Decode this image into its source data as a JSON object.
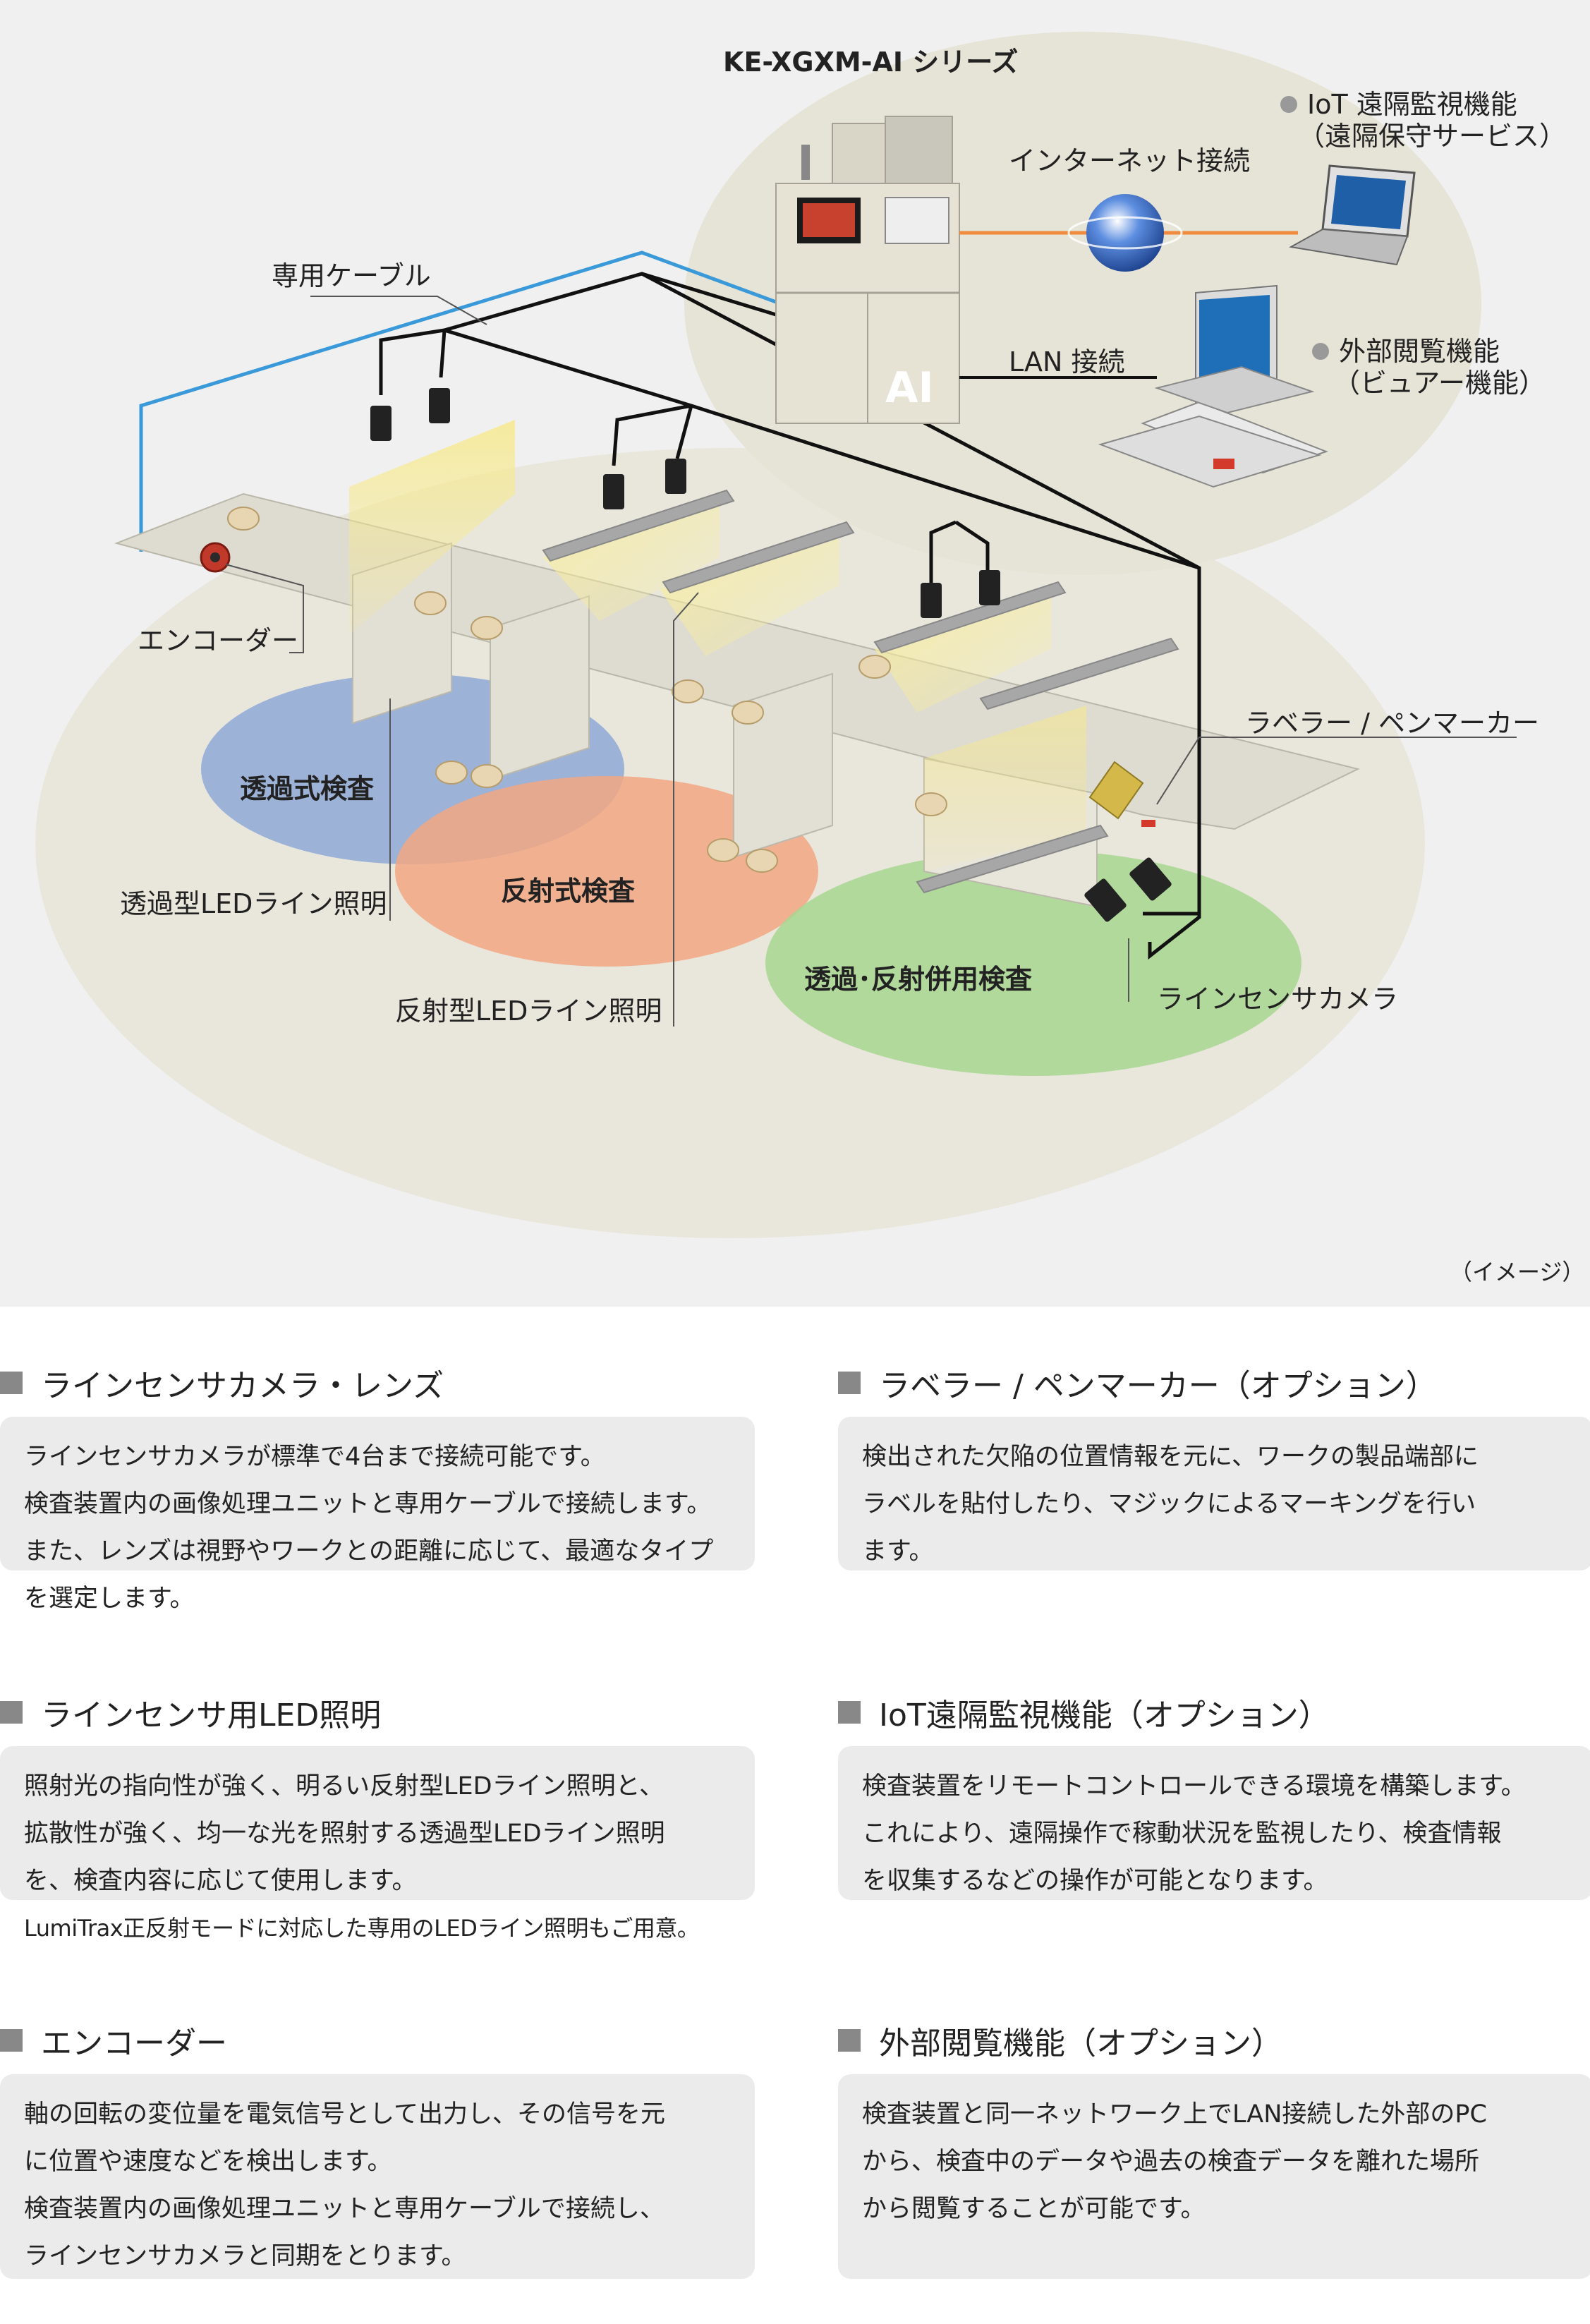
{
  "diagram": {
    "system_title": "KE-XGXM-AI シリーズ",
    "ai_badge": "AI",
    "labels": {
      "internet": "インターネット接続",
      "lan": "LAN 接続",
      "iot_line1": "IoT 遠隔監視機能",
      "iot_line2": "（遠隔保守サービス）",
      "viewer_line1": "外部閲覧機能",
      "viewer_line2": "（ビュアー機能）",
      "cable": "専用ケーブル",
      "encoder": "エンコーダー",
      "labeler": "ラベラー / ペンマーカー",
      "camera": "ラインセンサカメラ",
      "trans_led": "透過型LEDライン照明",
      "refl_led": "反射型LEDライン照明",
      "zone_transmission": "透過式検査",
      "zone_reflection": "反射式検査",
      "zone_combined": "透過･反射併用検査",
      "image_note": "（イメージ）"
    },
    "colors": {
      "zone_transmission": "#8fa8d6",
      "zone_reflection": "#f2a784",
      "zone_combined": "#a8d690",
      "internet_line": "#f08a3c",
      "dedicated_cable": "#3a9ad9",
      "led_glow": "#f7e98a"
    }
  },
  "sections": [
    {
      "title": "ラインセンサカメラ・レンズ",
      "lines": [
        "ラインセンサカメラが標準で4台まで接続可能です。",
        "検査装置内の画像処理ユニットと専用ケーブルで接続します。",
        "また、レンズは視野やワークとの距離に応じて、最適なタイプ",
        "を選定します。"
      ]
    },
    {
      "title": "ラベラー / ペンマーカー（オプション）",
      "lines": [
        "検出された欠陥の位置情報を元に、ワークの製品端部に",
        "ラベルを貼付したり、マジックによるマーキングを行い",
        "ます。"
      ]
    },
    {
      "title": "ラインセンサ用LED照明",
      "lines": [
        "照射光の指向性が強く、明るい反射型LEDライン照明と、",
        "拡散性が強く、均一な光を照射する透過型LEDライン照明",
        "を、検査内容に応じて使用します。",
        "LumiTrax正反射モードに対応した専用のLEDライン照明もご用意。"
      ]
    },
    {
      "title": "IoT遠隔監視機能（オプション）",
      "lines": [
        "検査装置をリモートコントロールできる環境を構築します。",
        "これにより、遠隔操作で稼動状況を監視したり、検査情報",
        "を収集するなどの操作が可能となります。"
      ]
    },
    {
      "title": "エンコーダー",
      "lines": [
        "軸の回転の変位量を電気信号として出力し、その信号を元",
        "に位置や速度などを検出します。",
        "検査装置内の画像処理ユニットと専用ケーブルで接続し、",
        "ラインセンサカメラと同期をとります。"
      ]
    },
    {
      "title": "外部閲覧機能（オプション）",
      "lines": [
        "検査装置と同一ネットワーク上でLAN接続した外部のPC",
        "から、検査中のデータや過去の検査データを離れた場所",
        "から閲覧することが可能です。"
      ]
    }
  ]
}
